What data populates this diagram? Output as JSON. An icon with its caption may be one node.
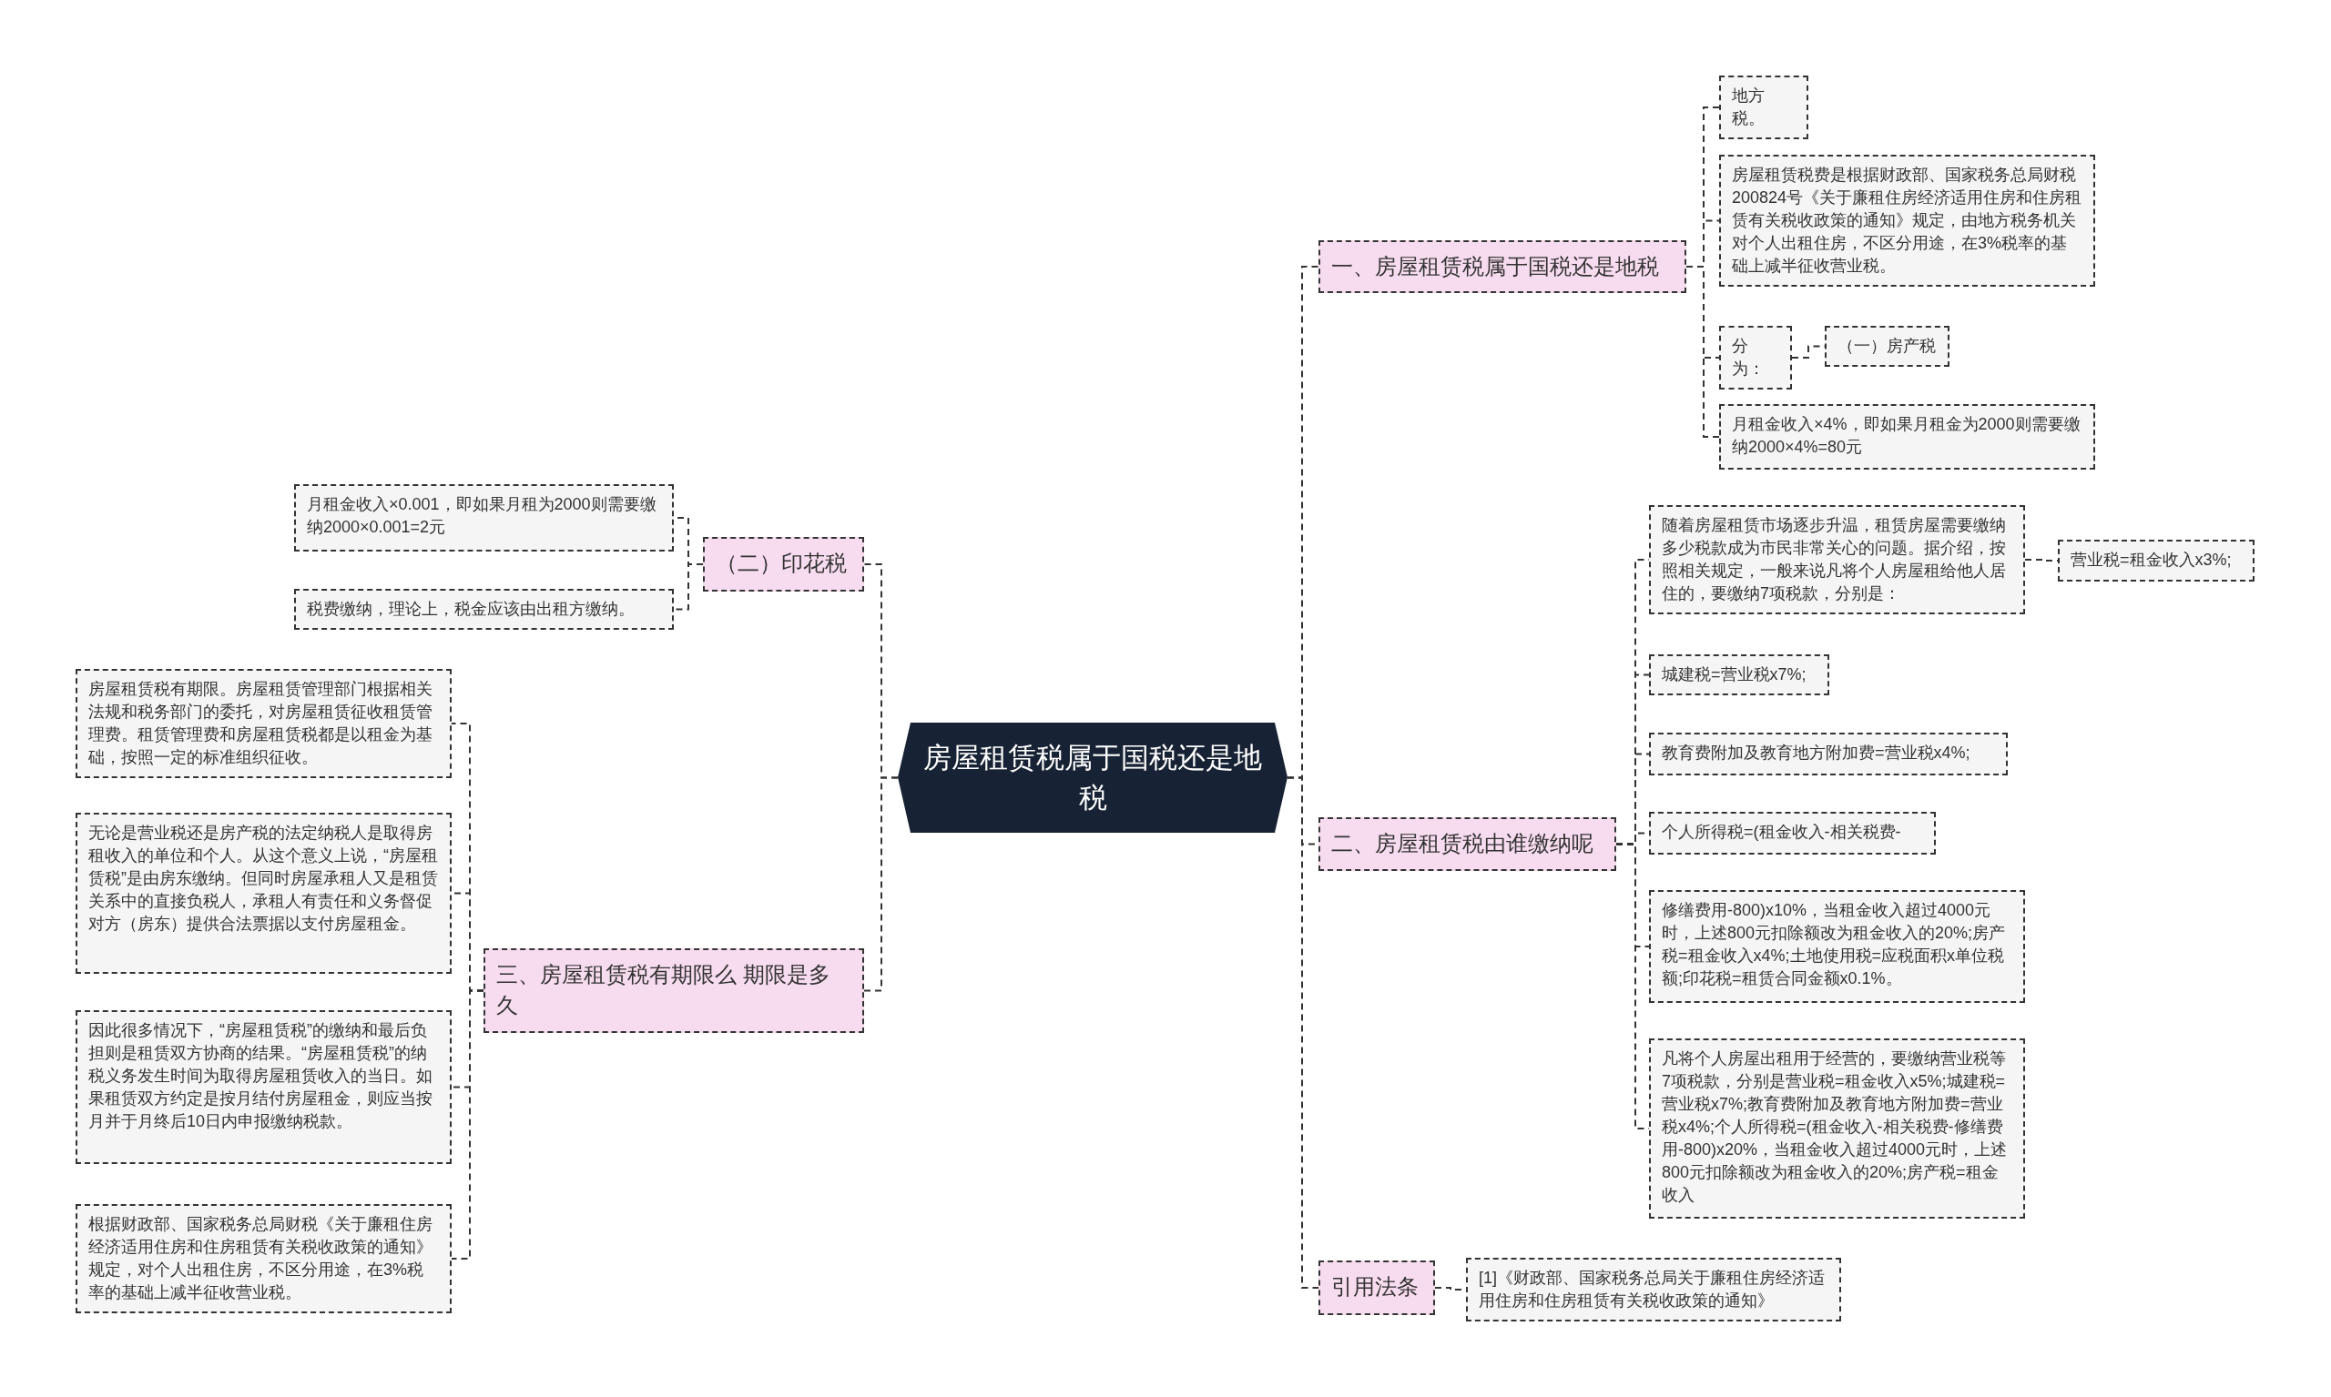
{
  "diagram": {
    "nodes": [
      {
        "text": [
          "房屋租赁税属于国税还是地税"
        ]
      },
      {
        "text": [
          "一、房屋租赁税属于国税还是地税"
        ]
      },
      {
        "text": [
          "地方税。"
        ]
      },
      {
        "text": [
          "房屋租赁税费是根据财政部、国家税务总局财税200824号《关于廉租住房经济适用住房和住房租赁有关税收政策的通知》规定，由地方税务机关对个人出租住房，不区分用途，在3%税率的基础上减半征收营业税。"
        ]
      },
      {
        "text": [
          "分为："
        ]
      },
      {
        "text": [
          "（一）房产税"
        ]
      },
      {
        "text": [
          "月租金收入×4%，即如果月租金为2000则需要缴纳2000×4%=80元"
        ]
      },
      {
        "text": [
          "二、房屋租赁税由谁缴纳呢"
        ]
      },
      {
        "text": [
          "随着房屋租赁市场逐步升温，租赁房屋需要缴纳多少税款成为市民非常关心的问题。据介绍，按照相关规定，一般来说凡将个人房屋租给他人居住的，要缴纳7项税款，分别是："
        ]
      },
      {
        "text": [
          "营业税=租金收入x3%;"
        ]
      },
      {
        "text": [
          "城建税=营业税x7%;"
        ]
      },
      {
        "text": [
          "教育费附加及教育地方附加费=营业税x4%;"
        ]
      },
      {
        "text": [
          "个人所得税=(租金收入-相关税费-"
        ]
      },
      {
        "text": [
          "修缮费用-800)x10%，当租金收入超过4000元时，上述800元扣除额改为租金收入的20%;房产税=租金收入x4%;土地使用税=应税面积x单位税额;印花税=租赁合同金额x0.1%。"
        ]
      },
      {
        "text": [
          "凡将个人房屋出租用于经营的，要缴纳营业税等7项税款，分别是营业税=租金收入x5%;城建税=营业税x7%;教育费附加及教育地方附加费=营业税x4%;个人所得税=(租金收入-相关税费-修缮费用-800)x20%，当租金收入超过4000元时，上述800元扣除额改为租金收入的20%;房产税=租金收入"
        ]
      },
      {
        "text": [
          "引用法条"
        ]
      },
      {
        "text": [
          "[1]《财政部、国家税务总局关于廉租住房经济适用住房和住房租赁有关税收政策的通知》"
        ]
      },
      {
        "text": [
          "（二）印花税"
        ]
      },
      {
        "text": [
          "月租金收入×0.001，即如果月租为2000则需要缴纳2000×0.001=2元"
        ]
      },
      {
        "text": [
          "税费缴纳，理论上，税金应该由出租方缴纳。"
        ]
      },
      {
        "text": [
          "三、房屋租赁税有期限么 期限是多久"
        ]
      },
      {
        "text": [
          "房屋租赁税有期限。房屋租赁管理部门根据相关法规和税务部门的委托，对房屋租赁征收租赁管理费。租赁管理费和房屋租赁税都是以租金为基础，按照一定的标准组织征收。"
        ]
      },
      {
        "text": [
          "无论是营业税还是房产税的法定纳税人是取得房租收入的单位和个人。从这个意义上说，“房屋租赁税”是由房东缴纳。但同时房屋承租人又是租赁关系中的直接负税人，承租人有责任和义务督促对方（房东）提供合法票据以支付房屋租金。"
        ]
      },
      {
        "text": [
          "因此很多情况下，“房屋租赁税”的缴纳和最后负担则是租赁双方协商的结果。“房屋租赁税”的纳税义务发生时间为取得房屋租赁收入的当日。如果租赁双方约定是按月结付房屋租金，则应当按月并于月终后10日内申报缴纳税款。"
        ]
      },
      {
        "text": [
          "根据财政部、国家税务总局财税《关于廉租住房经济适用住房和住房租赁有关税收政策的通知》规定，对个人出租住房，不区分用途，在3%税率的基础上减半征收营业税。"
        ]
      }
    ],
    "edges": [
      {
        "from": 0,
        "to": 1,
        "arrow": "none"
      },
      {
        "from": 1,
        "to": 2,
        "arrow": "none"
      },
      {
        "from": 1,
        "to": 3,
        "arrow": "none"
      },
      {
        "from": 1,
        "to": 4,
        "arrow": "none"
      },
      {
        "from": 4,
        "to": 5,
        "arrow": "none"
      },
      {
        "from": 1,
        "to": 6,
        "arrow": "none"
      },
      {
        "from": 0,
        "to": 7,
        "arrow": "none"
      },
      {
        "from": 7,
        "to": 8,
        "arrow": "none"
      },
      {
        "from": 8,
        "to": 9,
        "arrow": "none"
      },
      {
        "from": 7,
        "to": 10,
        "arrow": "none"
      },
      {
        "from": 7,
        "to": 11,
        "arrow": "none"
      },
      {
        "from": 7,
        "to": 12,
        "arrow": "none"
      },
      {
        "from": 7,
        "to": 13,
        "arrow": "none"
      },
      {
        "from": 7,
        "to": 14,
        "arrow": "none"
      },
      {
        "from": 0,
        "to": 15,
        "arrow": "none"
      },
      {
        "from": 15,
        "to": 16,
        "arrow": "none"
      },
      {
        "from": 0,
        "to": 17,
        "arrow": "none"
      },
      {
        "from": 17,
        "to": 18,
        "arrow": "none"
      },
      {
        "from": 17,
        "to": 19,
        "arrow": "none"
      },
      {
        "from": 0,
        "to": 20,
        "arrow": "none"
      },
      {
        "from": 20,
        "to": 21,
        "arrow": "none"
      },
      {
        "from": 20,
        "to": 22,
        "arrow": "none"
      },
      {
        "from": 20,
        "to": 23,
        "arrow": "none"
      },
      {
        "from": 20,
        "to": 24,
        "arrow": "none"
      }
    ]
  }
}
